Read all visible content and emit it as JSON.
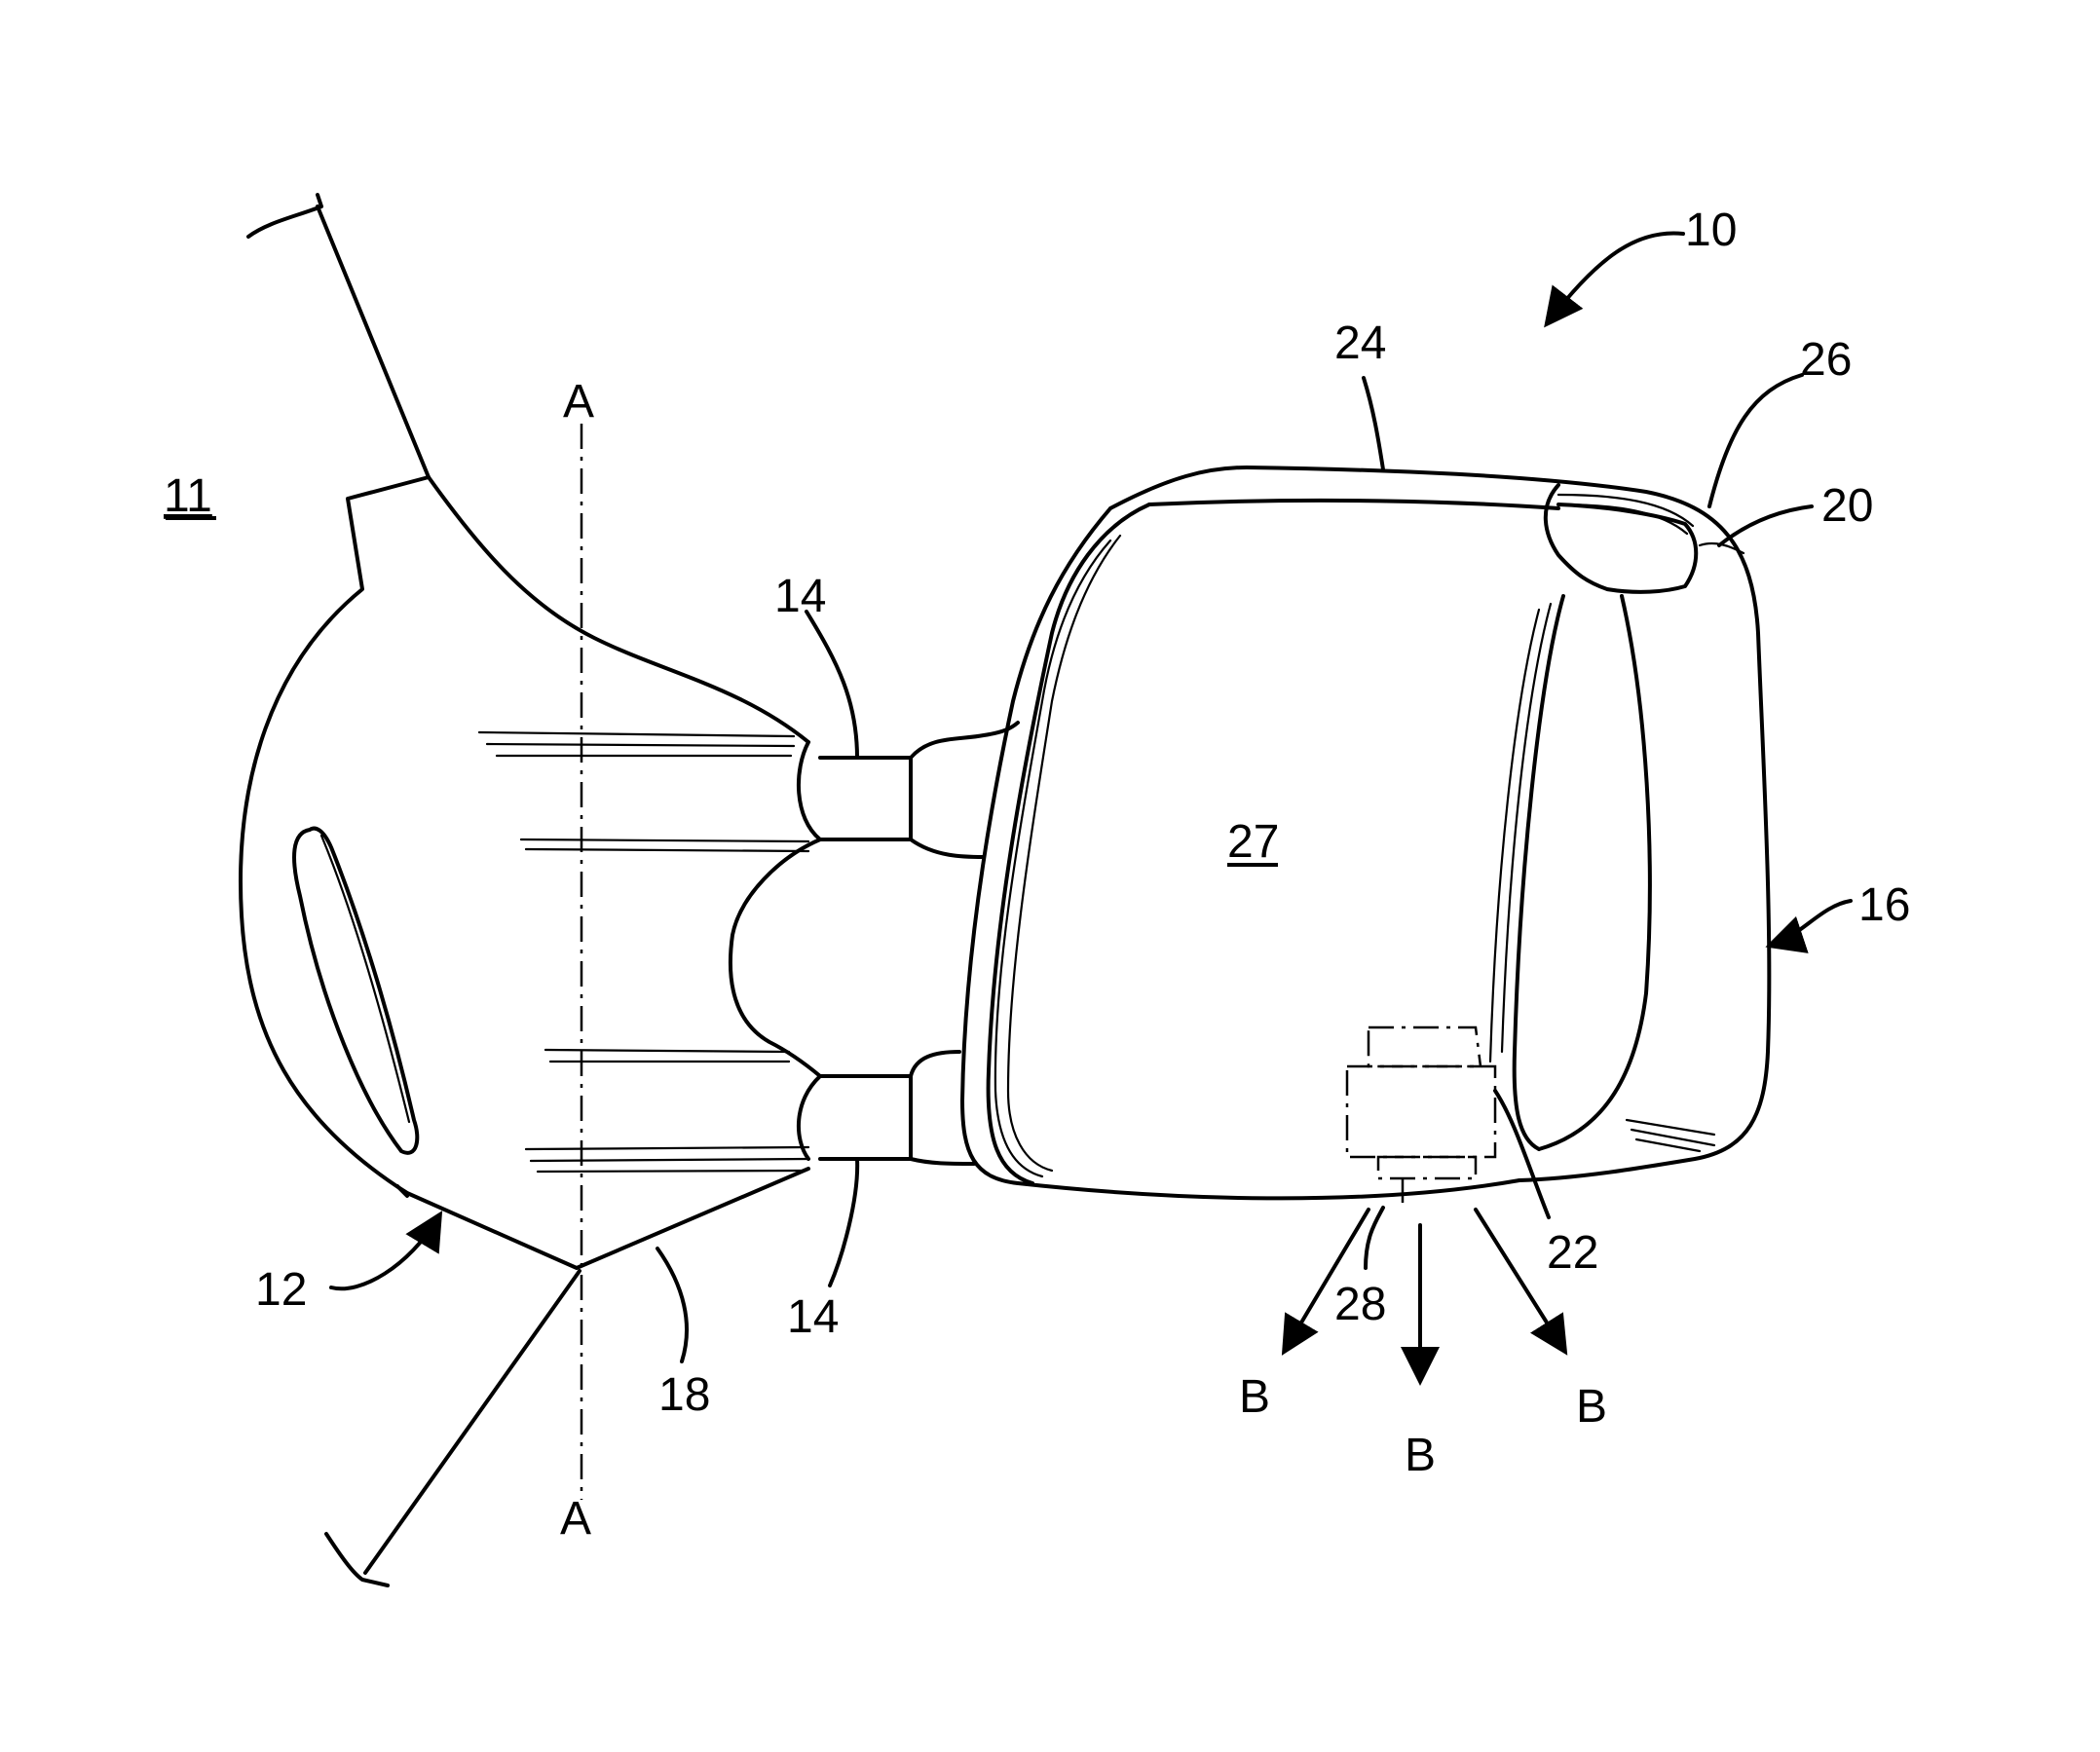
{
  "labels": {
    "assembly": "10",
    "vehicle": "11",
    "mount": "12",
    "arm_top": "14",
    "arm_bottom": "14",
    "housing": "16",
    "base": "18",
    "mirror": "20",
    "light": "22",
    "top_edge": "24",
    "bezel": "26",
    "glass": "27",
    "module": "28",
    "axis_top": "A",
    "axis_bottom": "A",
    "beam_left": "B",
    "beam_center": "B",
    "beam_right": "B"
  }
}
